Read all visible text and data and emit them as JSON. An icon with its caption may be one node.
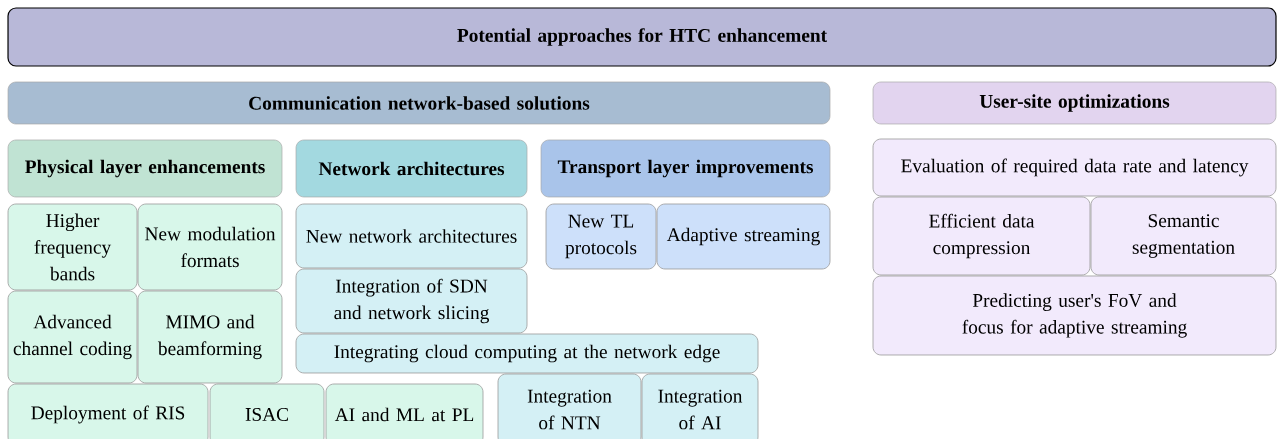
{
  "diagram": {
    "nodes": [
      {
        "text": [
          "Potential approaches for HTC enhancement"
        ]
      },
      {
        "text": [
          "Communication network-based solutions"
        ]
      },
      {
        "text": [
          "User-site optimizations"
        ]
      },
      {
        "text": [
          "Physical layer enhancements"
        ]
      },
      {
        "text": [
          "Network architectures"
        ]
      },
      {
        "text": [
          "Transport layer improvements"
        ]
      },
      {
        "text": [
          "Higher frequency bands"
        ]
      },
      {
        "text": [
          "New modulation formats"
        ]
      },
      {
        "text": [
          "New network architectures"
        ]
      },
      {
        "text": [
          "New TL protocols"
        ]
      },
      {
        "text": [
          "Adaptive streaming"
        ]
      },
      {
        "text": [
          "Evaluation of required data rate and latency"
        ]
      },
      {
        "text": [
          "Efficient data compression"
        ]
      },
      {
        "text": [
          "Semantic segmentation"
        ]
      },
      {
        "text": [
          "Advanced channel coding"
        ]
      },
      {
        "text": [
          "MIMO and beamforming"
        ]
      },
      {
        "text": [
          "Integration of SDN and network slicing"
        ]
      },
      {
        "text": [
          "Predicting user's FoV and focus for adaptive streaming"
        ]
      },
      {
        "text": [
          "Integrating cloud computing at the network edge"
        ]
      },
      {
        "text": [
          "Deployment of RIS"
        ]
      },
      {
        "text": [
          "ISAC"
        ]
      },
      {
        "text": [
          "AI and ML at PL"
        ]
      },
      {
        "text": [
          "Integration of NTN"
        ]
      },
      {
        "text": [
          "Integration of AI"
        ]
      }
    ]
  }
}
